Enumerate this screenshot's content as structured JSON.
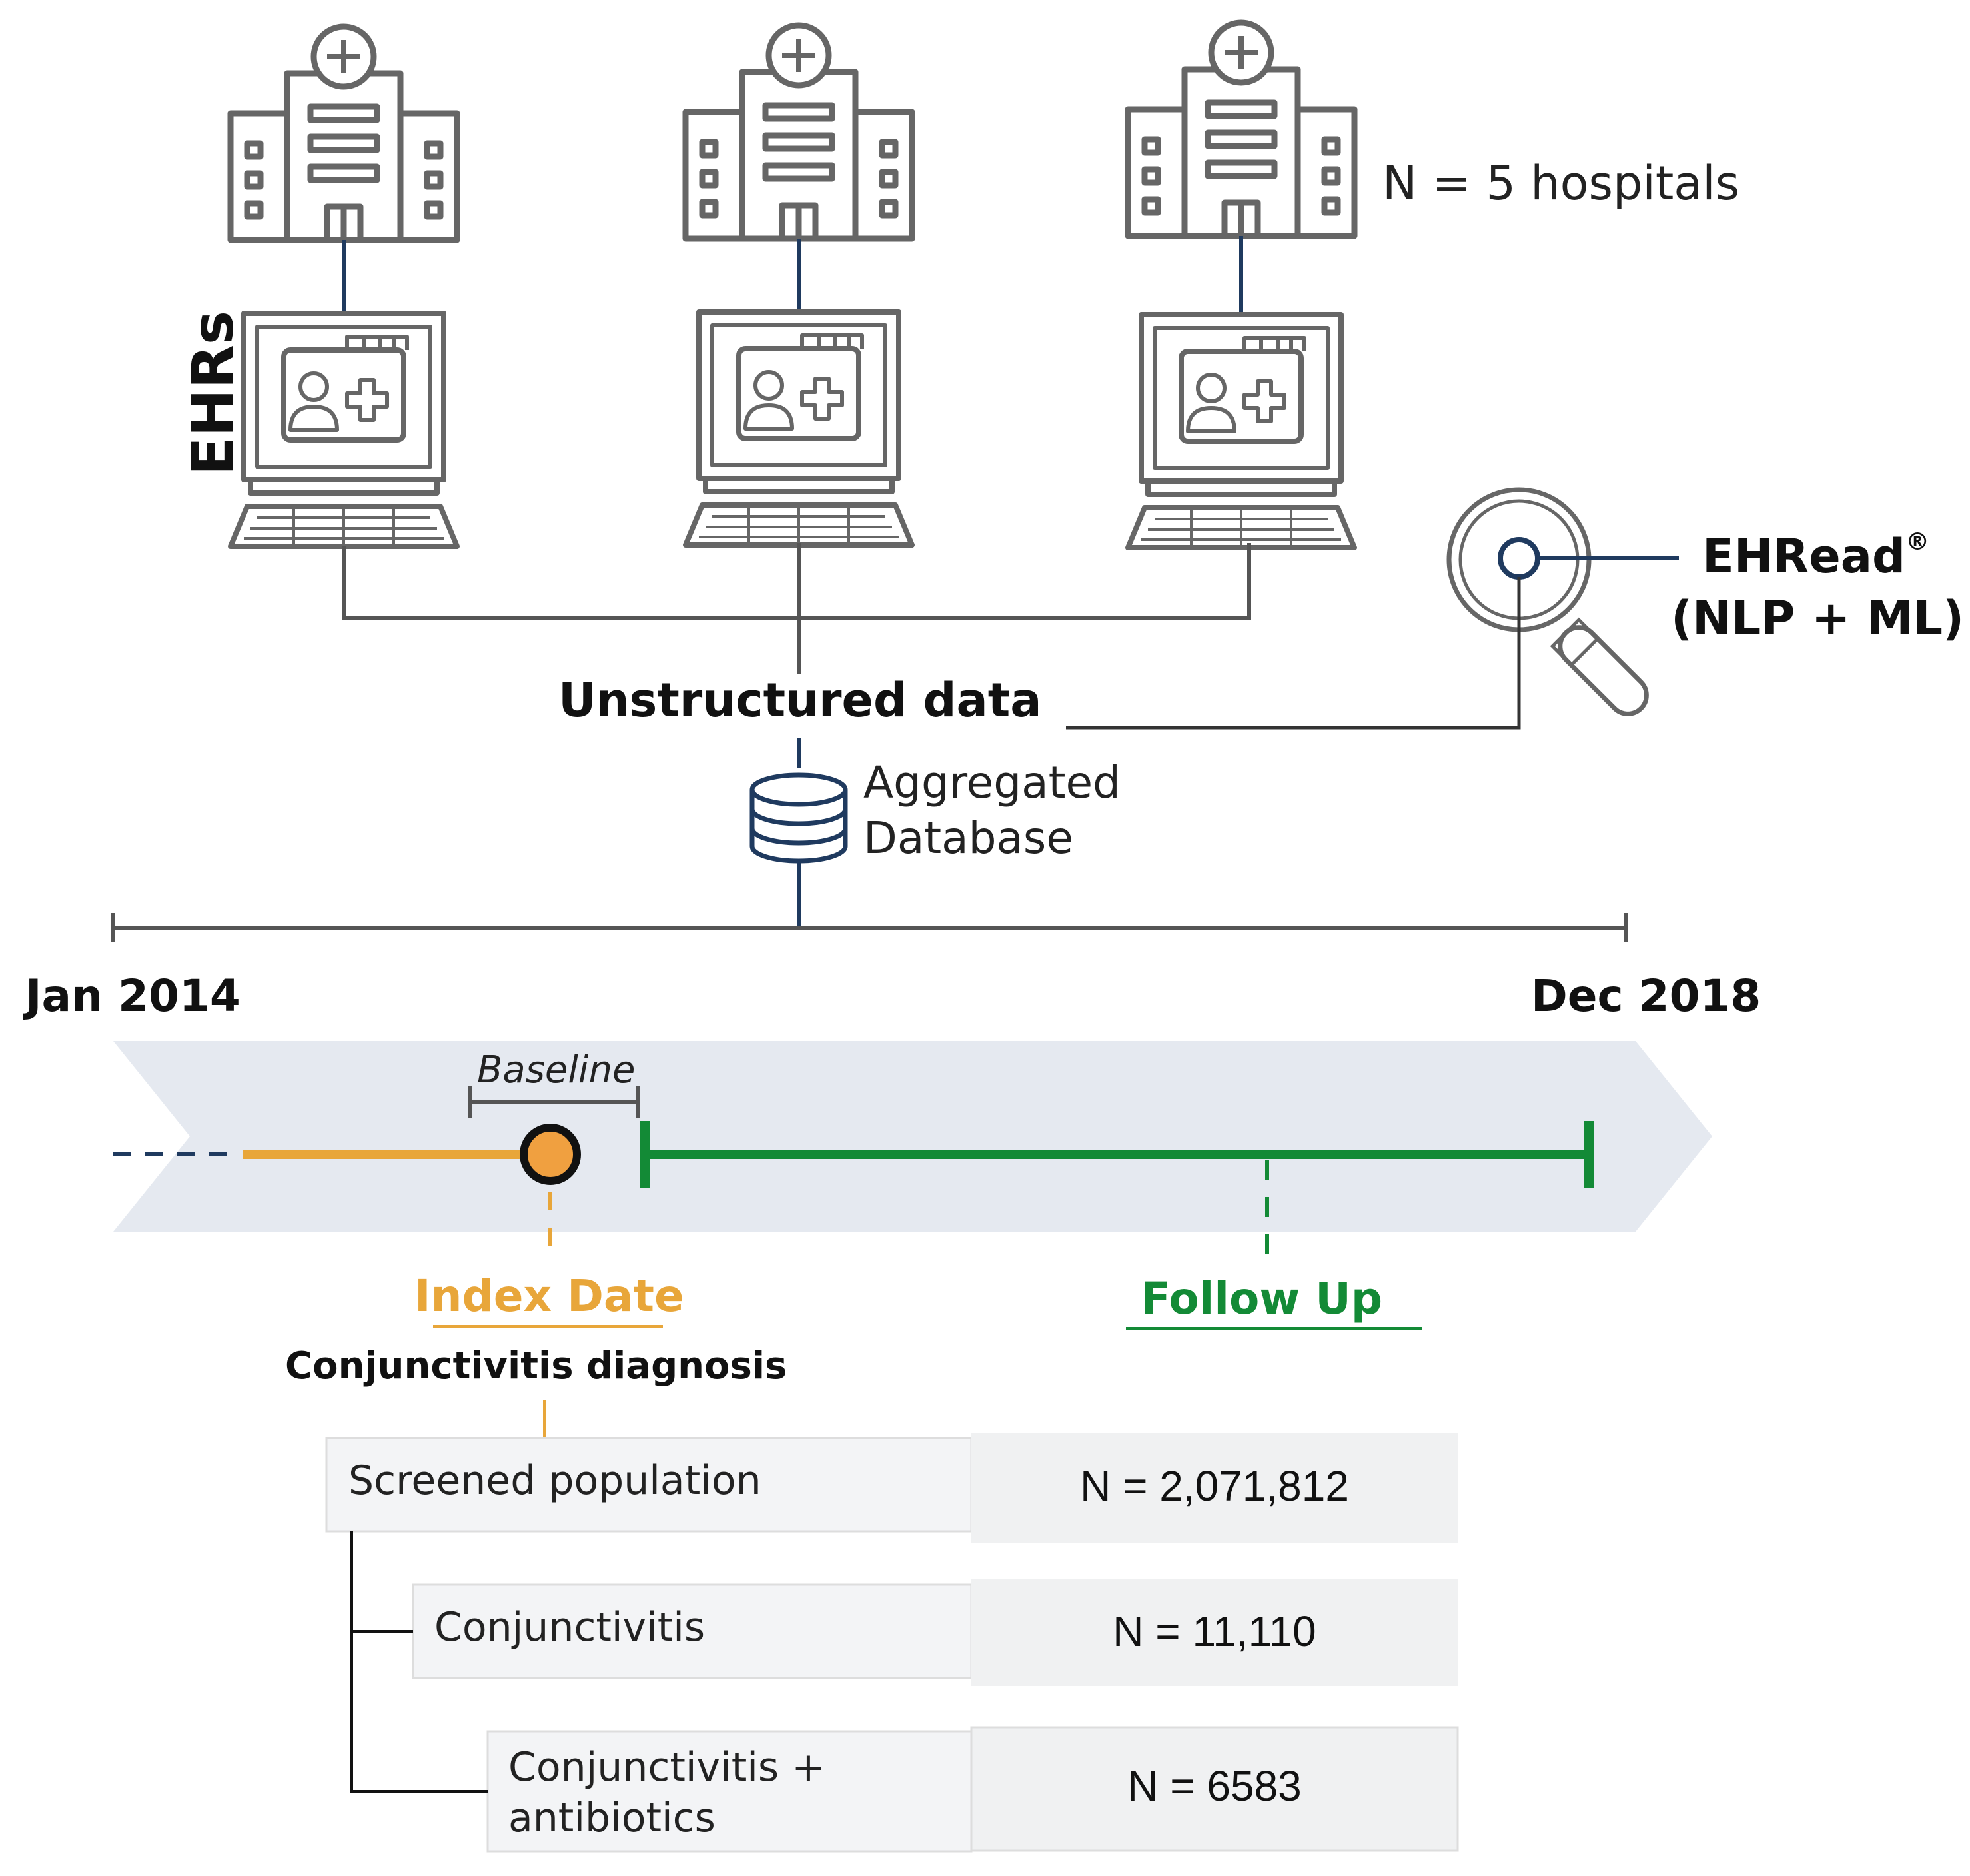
{
  "labels": {
    "ehrs": "EHRs",
    "hospitals": "N = 5 hospitals",
    "ehread_name": "EHRead",
    "ehread_reg": "®",
    "ehread_method": "(NLP + ML)",
    "unstructured": "Unstructured data",
    "db_line1": "Aggregated",
    "db_line2": "Database",
    "start": "Jan 2014",
    "end": "Dec 2018",
    "baseline": "Baseline",
    "index_date": "Index Date",
    "follow_up": "Follow Up",
    "diagnosis": "Conjunctivitis diagnosis"
  },
  "cohort": [
    {
      "label": "Screened population",
      "value": "N = 2,071,812"
    },
    {
      "label": "Conjunctivitis",
      "value": "N = 11,110"
    },
    {
      "label_line1": "Conjunctivitis +",
      "label_line2": "antibiotics",
      "value": "N = 6583"
    }
  ],
  "colors": {
    "icon": "#666666",
    "connector": "#1f3a5f",
    "axis": "#555555",
    "band": "#e5e9f0",
    "index": "#e8a63a",
    "follow": "#138a36",
    "box_left": "#f3f4f6",
    "box_right": "#f0f1f2"
  }
}
